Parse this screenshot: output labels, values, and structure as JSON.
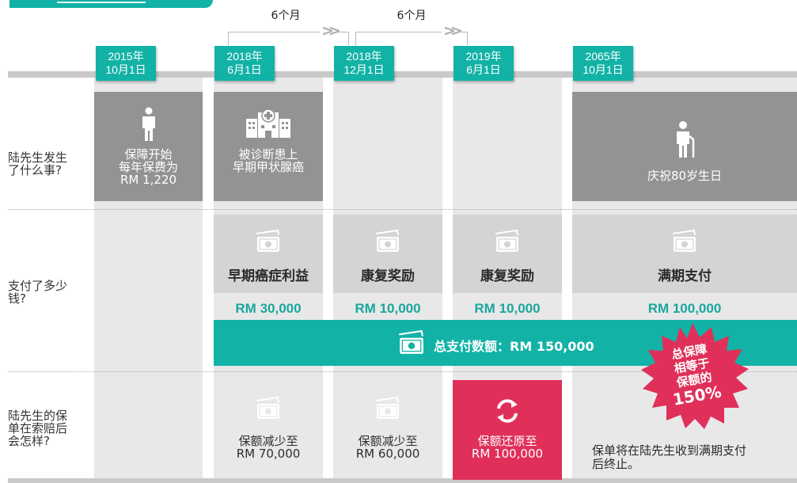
{
  "header_tab": {},
  "intervals": [
    {
      "label": "6个月"
    },
    {
      "label": "6个月"
    }
  ],
  "dates": [
    {
      "line1": "2015年",
      "line2": "10月1日"
    },
    {
      "line1": "2018年",
      "line2": "6月1日"
    },
    {
      "line1": "2018年",
      "line2": "12月1日"
    },
    {
      "line1": "2019年",
      "line2": "6月1日"
    },
    {
      "line1": "2065年",
      "line2": "10月1日"
    }
  ],
  "rows": [
    {
      "line1": "陆先生发生",
      "line2": "了什么事?"
    },
    {
      "line1": "支付了多少",
      "line2": "钱?"
    },
    {
      "line1": "陆先生的保",
      "line2": "单在索赔后",
      "line3": "会怎样?"
    }
  ],
  "events": [
    {
      "icon": "person-icon",
      "line1": "保障开始",
      "line2": "每年保费为",
      "line3": "RM 1,220"
    },
    {
      "icon": "hospital-icon",
      "line1": "被诊断患上",
      "line2": "早期甲状腺癌"
    },
    {
      "icon": "elderly-person-icon",
      "line1": "庆祝80岁生日"
    }
  ],
  "payments": [
    {
      "icon": "cash-icon",
      "label": "早期癌症利益",
      "amount": "RM 30,000"
    },
    {
      "icon": "cash-icon",
      "label": "康复奖励",
      "amount": "RM 10,000"
    },
    {
      "icon": "cash-icon",
      "label": "康复奖励",
      "amount": "RM 10,000"
    },
    {
      "icon": "cash-icon",
      "label": "满期支付",
      "amount": "RM 100,000"
    }
  ],
  "total": {
    "icon": "cash-icon",
    "text": "总支付数额：RM 150,000"
  },
  "burst": {
    "line1": "总保障",
    "line2": "相等于",
    "line3": "保额的",
    "line4": "150%"
  },
  "after": [
    {
      "icon": "cash-icon",
      "line1": "保额减少至",
      "line2": "RM 70,000"
    },
    {
      "icon": "cash-icon",
      "line1": "保额减少至",
      "line2": "RM 60,000"
    },
    {
      "icon": "refresh-icon",
      "line1": "保额还原至",
      "line2": "RM 100,000"
    },
    {
      "line1": "保单将在陆先生收到满期支付",
      "line2": "后终止。"
    }
  ],
  "colors": {
    "teal": "#12b2a6",
    "teal_text": "#1aa79b",
    "event_gray": "#939395",
    "payment_gray": "#d4d4d6",
    "column_bg": "#e8e8e9",
    "restore_red": "#e0305a",
    "burst_red": "#e0305a"
  }
}
